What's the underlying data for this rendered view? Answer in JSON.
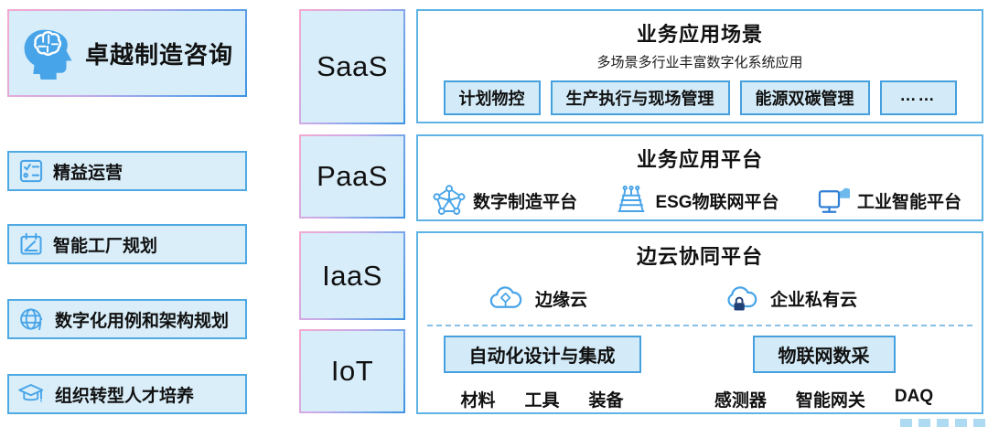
{
  "brand": {
    "title": "卓越制造咨询"
  },
  "sidebar": {
    "items": [
      {
        "label": "精益运营",
        "icon": "checklist-icon"
      },
      {
        "label": "智能工厂规划",
        "icon": "planning-board-icon"
      },
      {
        "label": "数字化用例和架构规划",
        "icon": "globe-info-icon"
      },
      {
        "label": "组织转型人才培养",
        "icon": "graduation-cap-icon"
      }
    ]
  },
  "layers": {
    "items": [
      {
        "label": "SaaS"
      },
      {
        "label": "PaaS"
      },
      {
        "label": "IaaS"
      },
      {
        "label": "IoT"
      }
    ]
  },
  "saas_panel": {
    "title": "业务应用场景",
    "subtitle": "多场景多行业丰富数字化系统应用",
    "chips": [
      "计划物控",
      "生产执行与现场管理",
      "能源双碳管理",
      "……"
    ]
  },
  "paas_panel": {
    "title": "业务应用平台",
    "items": [
      {
        "label": "数字制造平台",
        "icon": "network-graph-icon"
      },
      {
        "label": "ESG物联网平台",
        "icon": "iot-rack-icon"
      },
      {
        "label": "工业智能平台",
        "icon": "monitor-cloud-icon"
      }
    ]
  },
  "infra_panel": {
    "title": "边云协同平台",
    "clouds": [
      {
        "label": "边缘云",
        "icon": "edge-cloud-icon"
      },
      {
        "label": "企业私有云",
        "icon": "private-cloud-icon"
      }
    ],
    "iot": {
      "chips": [
        "自动化设计与集成",
        "物联网数采"
      ],
      "left_terms": [
        "材料",
        "工具",
        "装备"
      ],
      "right_terms": [
        "感测器",
        "智能网关",
        "DAQ"
      ]
    }
  },
  "colors": {
    "box_fill": "#d7edf9",
    "chip_fill": "#d3ebf8",
    "panel_border": "#5fb3e4",
    "chip_border": "#46a0de",
    "side_border": "#4fa9e2",
    "gradient_start": "#f6a9cf",
    "gradient_end": "#3e93e2",
    "icon_blue": "#48a4e8",
    "icon_navy": "#1f3f77",
    "text": "#111111"
  }
}
